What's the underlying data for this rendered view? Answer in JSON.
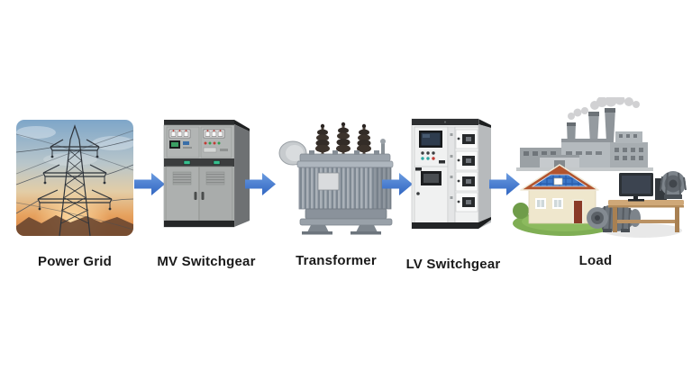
{
  "diagram": {
    "type": "process-flow",
    "background_color": "#ffffff",
    "arrow_color": "#3f7ad2",
    "label_color": "#1a1a1a",
    "nodes": [
      {
        "id": "power-grid",
        "label": "Power Grid",
        "illustration": "transmission-towers-photo"
      },
      {
        "id": "mv-switchgear",
        "label": "MV Switchgear",
        "illustration": "mv-switchgear-cabinet"
      },
      {
        "id": "transformer",
        "label": "Transformer",
        "illustration": "oil-immersed-transformer"
      },
      {
        "id": "lv-switchgear",
        "label": "LV Switchgear",
        "illustration": "lv-switchgear-cabinet"
      },
      {
        "id": "load",
        "label": "Load",
        "illustration": "factory-house-computer-motor-loads"
      }
    ],
    "connectors": [
      {
        "from": "power-grid",
        "to": "mv-switchgear",
        "direction": "right"
      },
      {
        "from": "mv-switchgear",
        "to": "transformer",
        "direction": "right"
      },
      {
        "from": "transformer",
        "to": "lv-switchgear",
        "direction": "right"
      },
      {
        "from": "lv-switchgear",
        "to": "load",
        "direction": "right"
      }
    ]
  }
}
